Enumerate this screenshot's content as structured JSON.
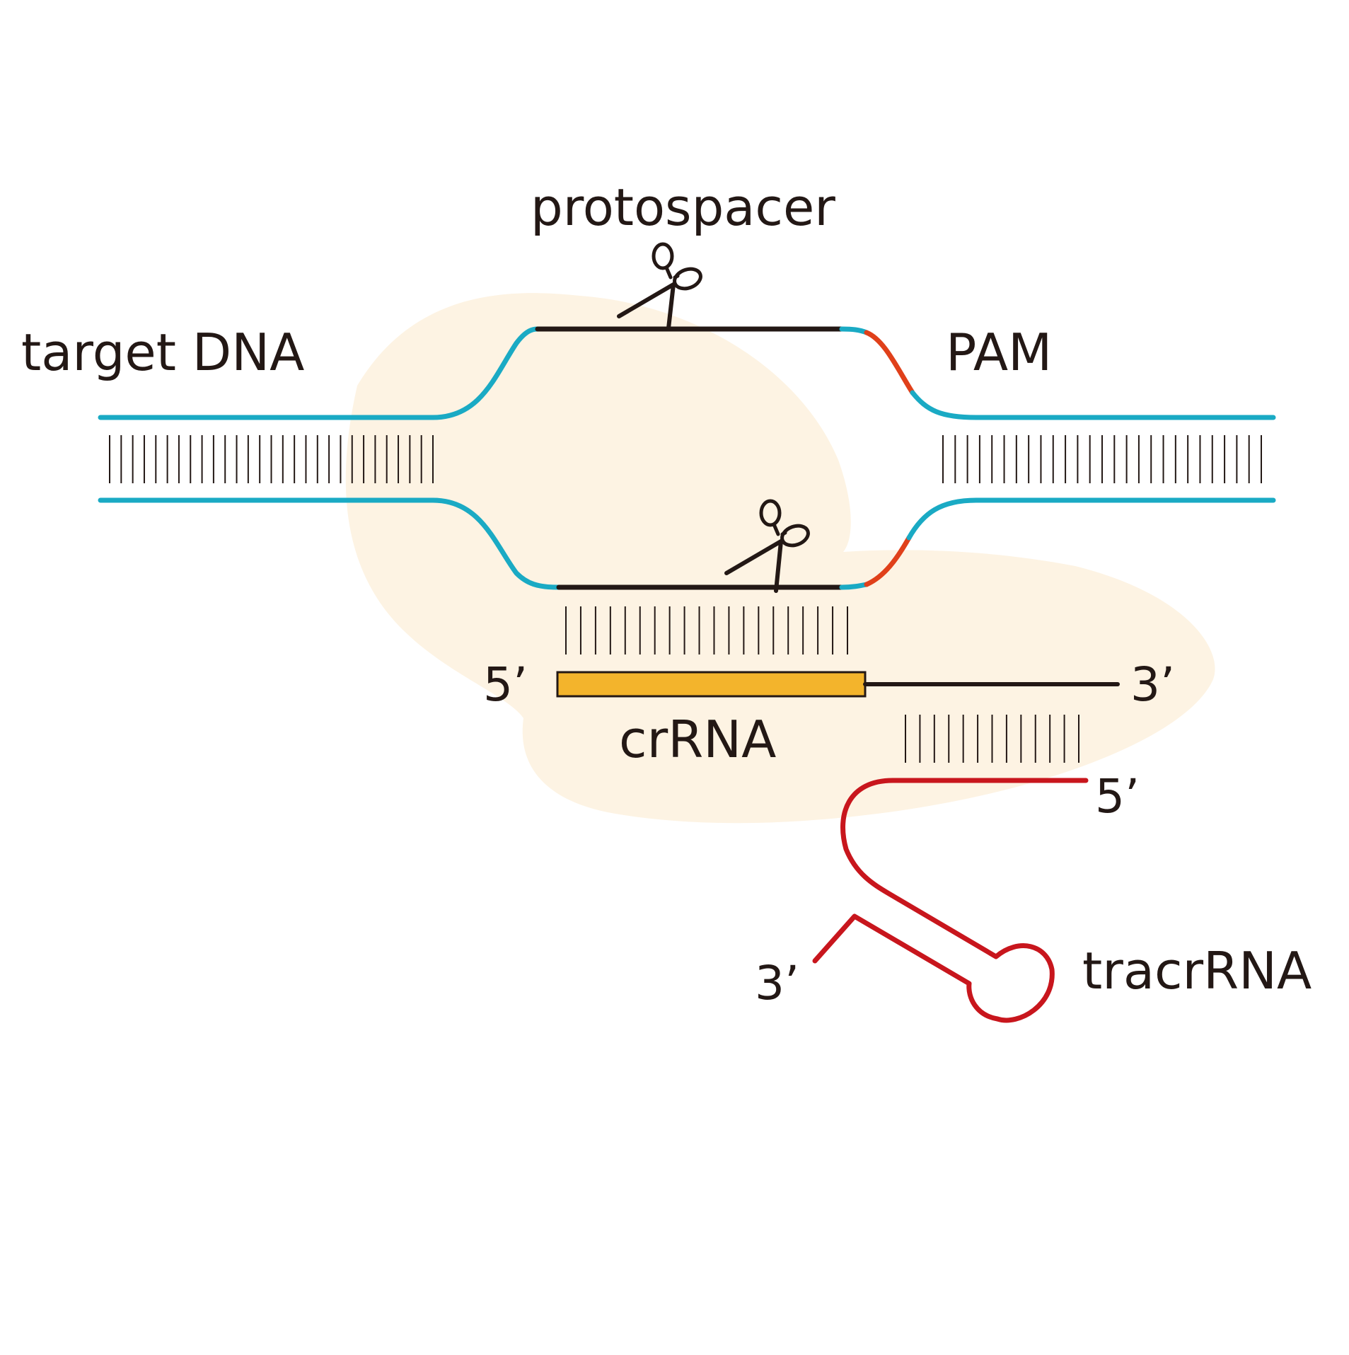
{
  "labels": {
    "protospacer": "protospacer",
    "target_dna": "target DNA",
    "pam": "PAM",
    "crrna": "crRNA",
    "tracrrna": "tracrRNA",
    "crrna_5": "5’",
    "crrna_3": "3’",
    "tracr_5": "5’",
    "tracr_3": "3’"
  },
  "colors": {
    "dna_strand": "#1aaac4",
    "protospacer_strand": "#231815",
    "pam": "#e0401a",
    "crrna_spacer": "#f3b42c",
    "tracrrna": "#c8161d",
    "cas9_blob": "#fdf3e3",
    "base_pairs": "#231815"
  },
  "icons": {
    "cut_site_top": "scissors-icon",
    "cut_site_bottom": "scissors-icon"
  }
}
